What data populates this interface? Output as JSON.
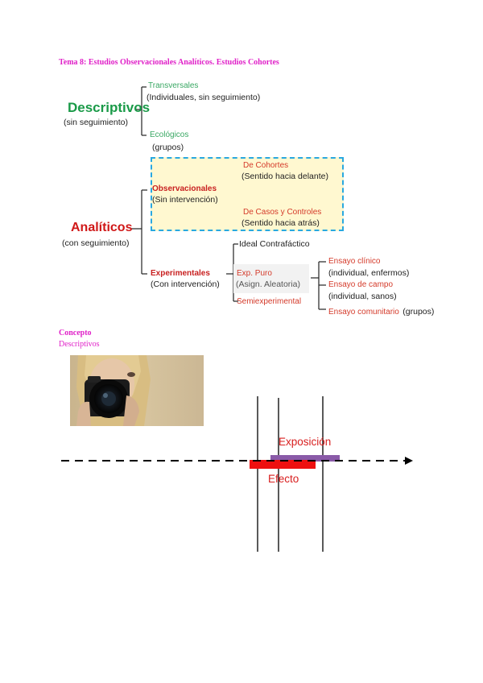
{
  "title": "Tema 8: Estudios Observacionales Analíticos. Estudios Cohortes",
  "descriptivos": {
    "heading": "Descriptivos",
    "sub": "(sin seguimiento)",
    "transversales": "Transversales",
    "transversales_sub": "(Individuales, sin seguimiento)",
    "ecologicos": "Ecológicos",
    "ecologicos_sub": "(grupos)"
  },
  "analiticos": {
    "heading": "Analíticos",
    "sub": "(con seguimiento)",
    "observacionales": {
      "label": "Observacionales",
      "sub": "(Sin intervención)",
      "cohortes": "De Cohortes",
      "cohortes_sub": "(Sentido hacia delante)",
      "casos": "De Casos y Controles",
      "casos_sub": "(Sentido hacia atrás)"
    },
    "experimentales": {
      "label": "Experimentales",
      "sub": "(Con intervención)",
      "ideal": "Ideal Contrafáctico",
      "exp_puro": "Exp. Puro",
      "exp_puro_sub": "(Asign. Aleatoria)",
      "semi": "Semiexperimental",
      "ensayo_clinico": "Ensayo clínico",
      "ensayo_clinico_sub": "(individual, enfermos)",
      "ensayo_campo": "Ensayo de campo",
      "ensayo_campo_sub": "(individual, sanos)",
      "ensayo_comunitario": "Ensayo comunitario",
      "ensayo_comunitario_sub": "(grupos)"
    }
  },
  "concepto": {
    "heading": "Concepto",
    "sub": "Descriptivos"
  },
  "timeline": {
    "exposicion": "Exposición",
    "efecto": "Efecto"
  },
  "colors": {
    "title": "#e020c8",
    "descriptivos": "#1a9a48",
    "analiticos": "#d01818",
    "exposicion_bar": "#8a5aa8",
    "efecto_bar": "#ee1010",
    "box_border": "#29a8e0",
    "box_fill": "#fff8d0"
  }
}
